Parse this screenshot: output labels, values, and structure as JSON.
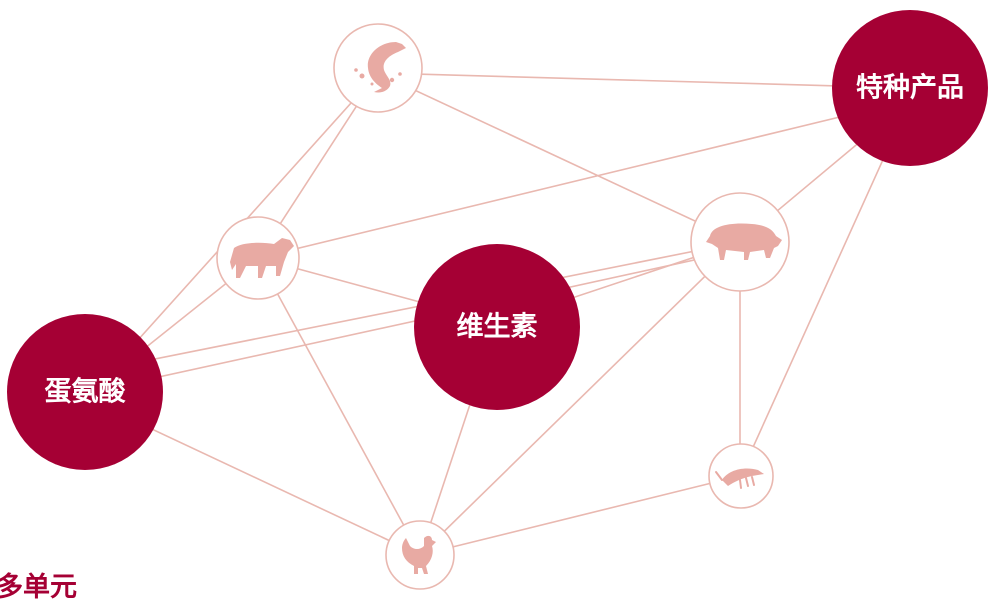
{
  "hubs": {
    "methionine": "蛋氨酸",
    "vitamins": "维生素",
    "specialty": "特种产品"
  },
  "icons": [
    "fish-icon",
    "cow-icon",
    "pig-icon",
    "shrimp-icon",
    "chicken-icon"
  ],
  "caption": "多单元",
  "colors": {
    "hub": "#a50034",
    "edge": "#e9b8b0",
    "icon": "#e8aaa3",
    "background": "#ffffff"
  }
}
